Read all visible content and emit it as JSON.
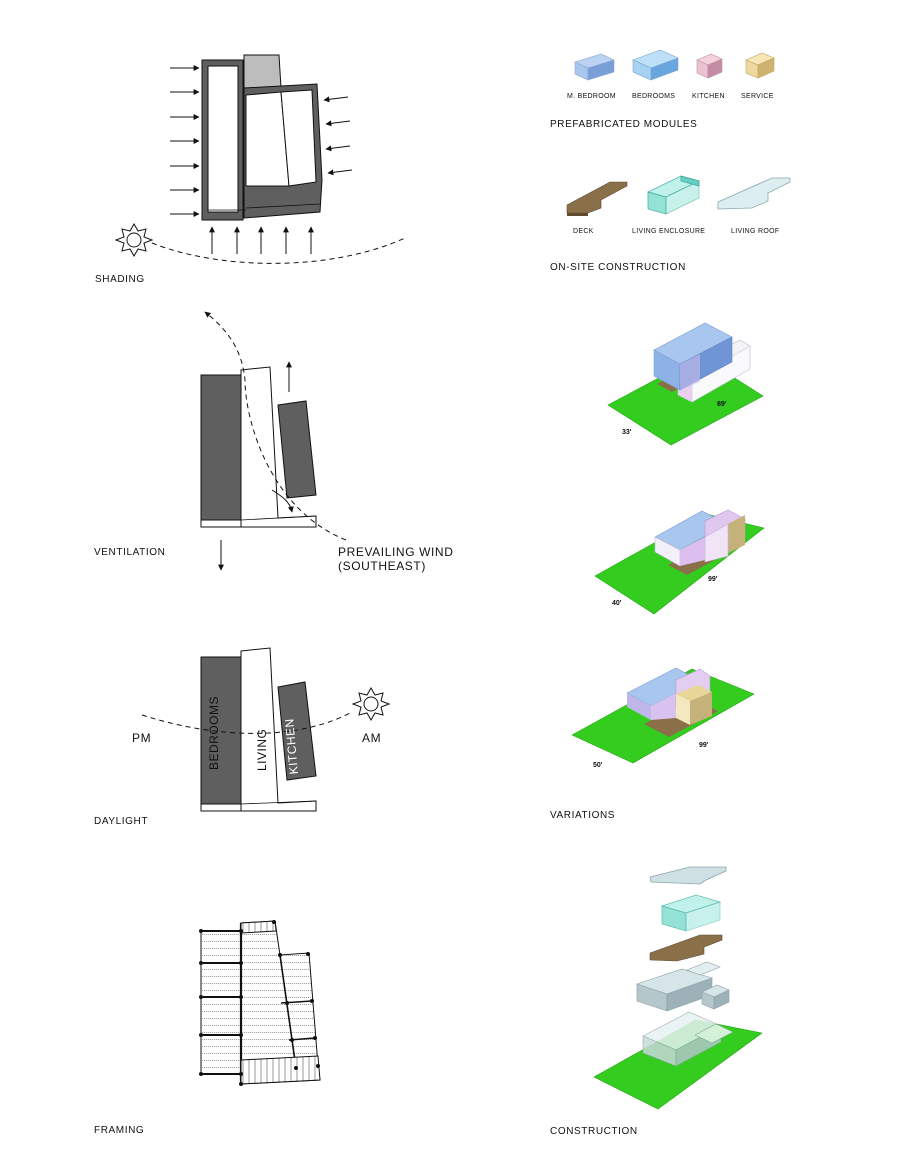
{
  "captions": {
    "shading": "SHADING",
    "ventilation": "VENTILATION",
    "prevailing_wind_line1": "PREVAILING WIND",
    "prevailing_wind_line2": "(SOUTHEAST)",
    "daylight": "DAYLIGHT",
    "pm": "PM",
    "am": "AM",
    "bedrooms": "BEDROOMS",
    "living": "LIVING",
    "kitchen": "KITCHEN",
    "framing": "FRAMING",
    "prefabricated_modules": "PREFABRICATED MODULES",
    "on_site_construction": "ON-SITE CONSTRUCTION",
    "variations": "VARIATIONS",
    "construction": "CONSTRUCTION"
  },
  "modules": [
    {
      "label": "M. BEDROOM",
      "color": "#8fb6e6"
    },
    {
      "label": "BEDROOMS",
      "color": "#7fb7e8"
    },
    {
      "label": "KITCHEN",
      "color": "#e6b3c6"
    },
    {
      "label": "SERVICE",
      "color": "#e8d699"
    }
  ],
  "onsite": [
    {
      "label": "DECK",
      "color": "#8a7048"
    },
    {
      "label": "LIVING ENCLOSURE",
      "color": "#8fe0d8"
    },
    {
      "label": "LIVING ROOF",
      "color": "#cfe6e8"
    }
  ],
  "variations": [
    {
      "width": "33'",
      "depth": "89'"
    },
    {
      "width": "40'",
      "depth": "99'"
    },
    {
      "width": "50'",
      "depth": "99'"
    }
  ],
  "colors": {
    "wall_dark": "#5f5f5f",
    "wall_light": "#bdbdbd",
    "lawn": "#33cc1f",
    "lawn_dark": "#22a812"
  }
}
